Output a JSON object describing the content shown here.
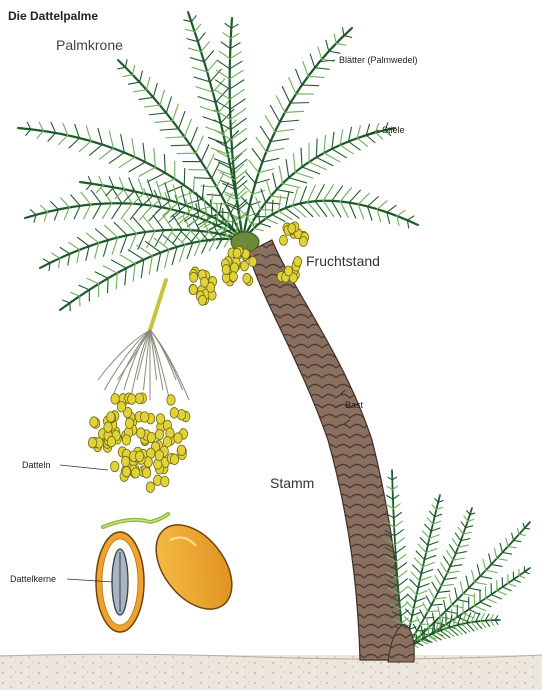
{
  "title": "Die Dattelpalme",
  "labels": {
    "palmkrone": "Palmkrone",
    "blaetter": "Blätter (Palmwedel)",
    "stiele": "Stiele",
    "fruchtstand": "Fruchtstand",
    "bast": "Bast",
    "stamm": "Stamm",
    "datteln": "Datteln",
    "dattelkerne": "Dattelkerne"
  },
  "colors": {
    "leaf_dark": "#1f5a2c",
    "leaf_light": "#6fae5a",
    "trunk": "#8a7060",
    "trunk_dark": "#4e3a30",
    "fruit_yellow": "#e2d23a",
    "date_orange": "#f0a72a",
    "ground": "#ece6dc"
  }
}
